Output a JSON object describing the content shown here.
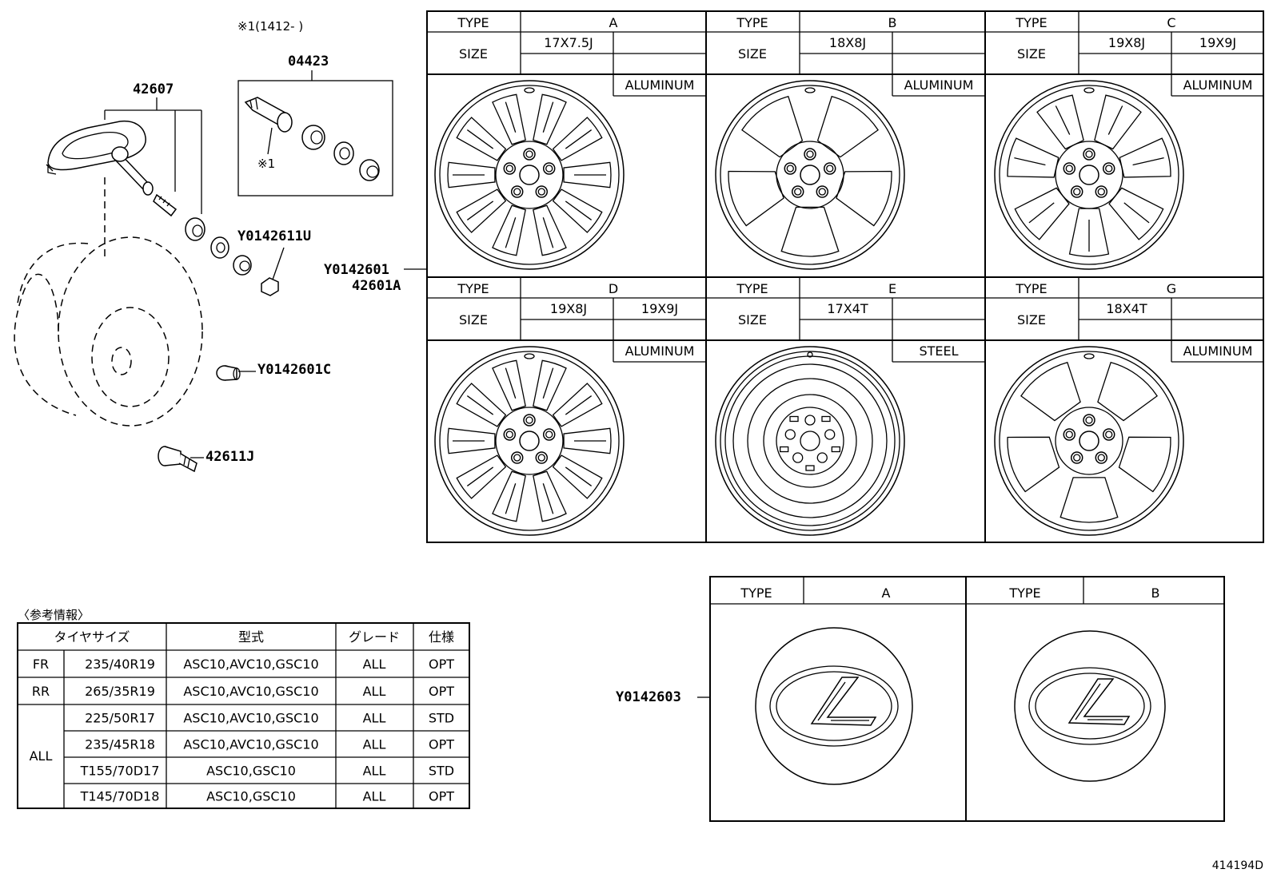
{
  "callouts": {
    "note_ref": "※1(1412-      )",
    "valve_kit": "04423",
    "valve_kit_note": "※1",
    "sensor": "42607",
    "nut": "Y0142611U",
    "wheel": "Y0142601",
    "wheel_alt": "42601A",
    "cap": "Y0142601C",
    "valve": "42611J",
    "ornament": "Y0142603"
  },
  "wheel_chart": {
    "type_label": "TYPE",
    "size_label": "SIZE",
    "cells": [
      {
        "type": "A",
        "sizes": [
          "17X7.5J",
          ""
        ],
        "material": "ALUMINUM"
      },
      {
        "type": "B",
        "sizes": [
          "18X8J",
          ""
        ],
        "material": "ALUMINUM"
      },
      {
        "type": "C",
        "sizes": [
          "19X8J",
          "19X9J"
        ],
        "material": "ALUMINUM"
      },
      {
        "type": "D",
        "sizes": [
          "19X8J",
          "19X9J"
        ],
        "material": "ALUMINUM"
      },
      {
        "type": "E",
        "sizes": [
          "17X4T",
          ""
        ],
        "material": "STEEL"
      },
      {
        "type": "G",
        "sizes": [
          "18X4T",
          ""
        ],
        "material": "ALUMINUM"
      }
    ]
  },
  "ornament_chart": {
    "type_label": "TYPE",
    "cells": [
      {
        "type": "A"
      },
      {
        "type": "B"
      }
    ]
  },
  "reference": {
    "title": "〈参考情報〉",
    "headers": [
      "タイヤサイズ",
      "型式",
      "グレード",
      "仕様"
    ],
    "rows": [
      {
        "group": "FR",
        "size": "235/40R19",
        "model": "ASC10,AVC10,GSC10",
        "grade": "ALL",
        "spec": "OPT"
      },
      {
        "group": "RR",
        "size": "265/35R19",
        "model": "ASC10,AVC10,GSC10",
        "grade": "ALL",
        "spec": "OPT"
      },
      {
        "group": "ALL",
        "size": "225/50R17",
        "model": "ASC10,AVC10,GSC10",
        "grade": "ALL",
        "spec": "STD"
      },
      {
        "group": "",
        "size": "235/45R18",
        "model": "ASC10,AVC10,GSC10",
        "grade": "ALL",
        "spec": "OPT"
      },
      {
        "group": "",
        "size": "T155/70D17",
        "model": "ASC10,GSC10",
        "grade": "ALL",
        "spec": "STD"
      },
      {
        "group": "",
        "size": "T145/70D18",
        "model": "ASC10,GSC10",
        "grade": "ALL",
        "spec": "OPT"
      }
    ]
  },
  "illustration_id": "414194D"
}
